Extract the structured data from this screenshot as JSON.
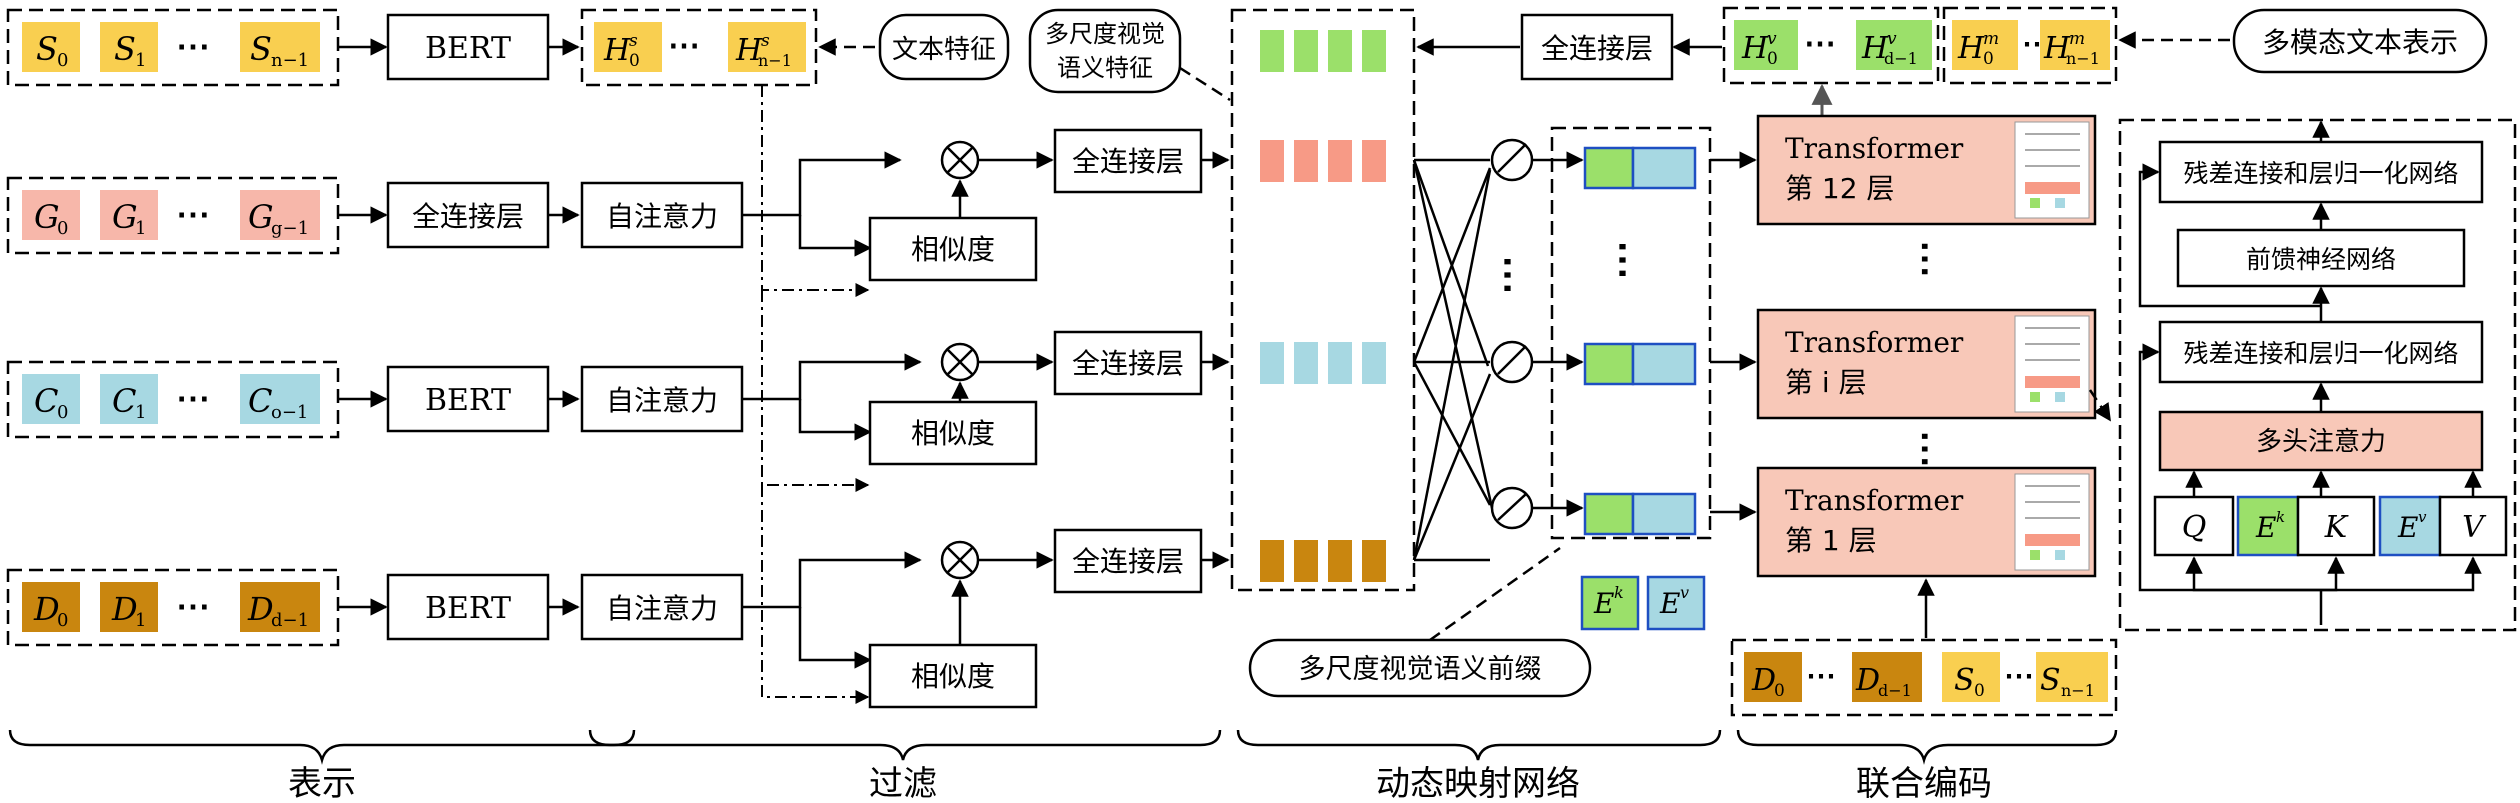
{
  "labels": {
    "bert": "BERT",
    "fc": "全连接层",
    "self_attn": "自注意力",
    "similarity": "相似度",
    "text_feature": "文本特征",
    "multiscale_visual_semantic_feature_l1": "多尺度视觉",
    "multiscale_visual_semantic_feature_l2": "语义特征",
    "multimodal_text_repr": "多模态文本表示",
    "multiscale_prefix": "多尺度视觉语义前缀",
    "transformer": "Transformer",
    "layer_12": "第 12 层",
    "layer_i": "第 i 层",
    "layer_1": "第 1 层",
    "residual_norm": "残差连接和层归一化网络",
    "ffn": "前馈神经网络",
    "mha": "多头注意力",
    "Q": "Q",
    "K": "K",
    "V": "V",
    "Ek": "E",
    "Ek_sup": "k",
    "Ev": "E",
    "Ev_sup": "v"
  },
  "sections": [
    "表示",
    "过滤",
    "动态映射网络",
    "联合编码"
  ],
  "tokens": {
    "S": [
      "S",
      "S",
      "S"
    ],
    "S_sub": [
      "0",
      "1",
      "n−1"
    ],
    "G": [
      "G",
      "G",
      "G"
    ],
    "G_sub": [
      "0",
      "1",
      "g−1"
    ],
    "C": [
      "C",
      "C",
      "C"
    ],
    "C_sub": [
      "0",
      "1",
      "o−1"
    ],
    "D": [
      "D",
      "D",
      "D"
    ],
    "D_sub": [
      "0",
      "1",
      "d−1"
    ],
    "ellipsis": "⋯"
  },
  "hidden": {
    "Hs": "H",
    "Hs_sup": "s",
    "Hs_sub0": "0",
    "Hs_subn": "n−1",
    "Hv": "H",
    "Hv_sup": "v",
    "Hv_sub0": "0",
    "Hv_subn": "d−1",
    "Hm": "H",
    "Hm_sup": "m",
    "Hm_sub0": "0",
    "Hm_subn": "n−1"
  },
  "colors": {
    "yellow": "#F9CF50",
    "pink": "#F7B7AA",
    "blue": "#A7D8E2",
    "brown": "#C9860F",
    "green": "#9BE06A",
    "salmon": "#F79A86",
    "layer_fill": "#F8C8B8",
    "qkv_blue": "#1E4FC2"
  }
}
